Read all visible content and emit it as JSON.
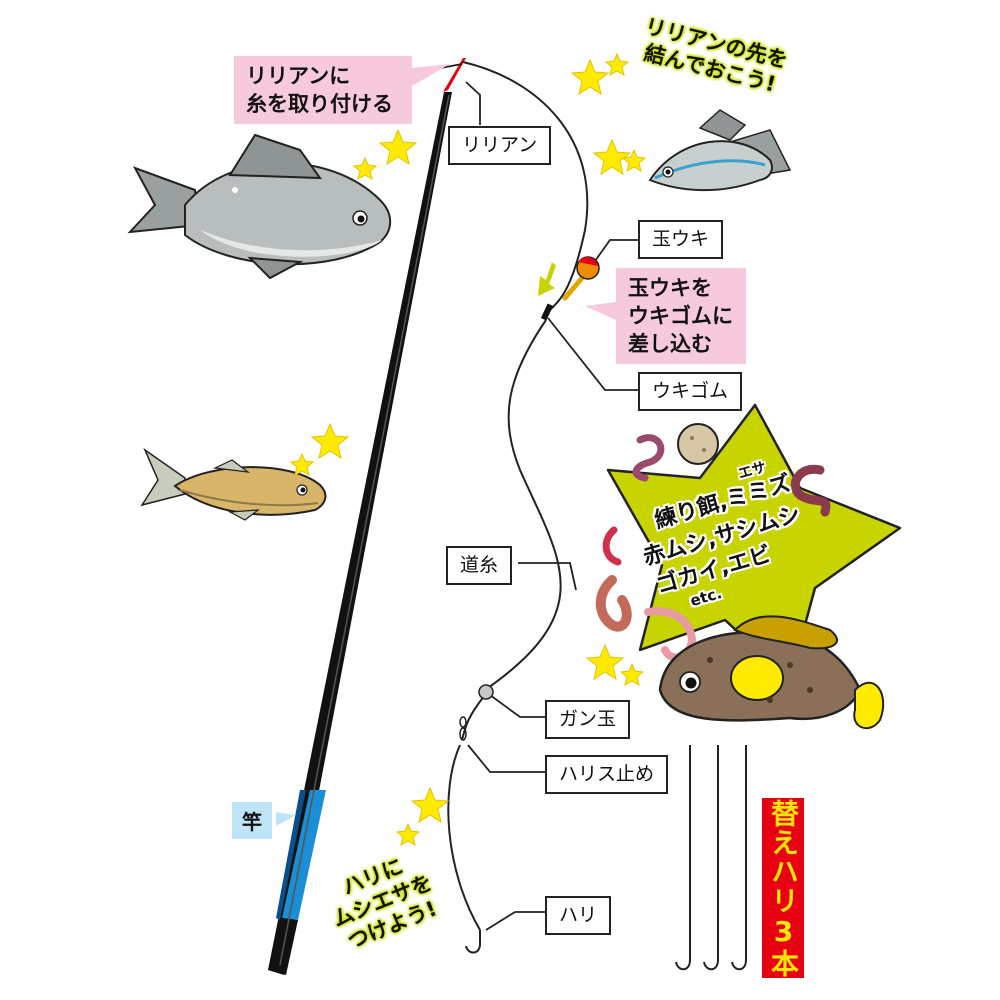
{
  "parts": {
    "lilian": "リリアン",
    "tama_uki": "玉ウキ",
    "uki_gomu": "ウキゴム",
    "michi_ito": "道糸",
    "gan_dama": "ガン玉",
    "harisu_dome": "ハリス止め",
    "hari": "ハリ",
    "sao": "竿"
  },
  "notes": {
    "attach_line": [
      "リリアンに",
      "糸を取り付ける"
    ],
    "insert_float": [
      "玉ウキを",
      "ウキゴムに",
      "差し込む"
    ],
    "tie_lilian": [
      "リリアンの先を",
      "結んでおこう!"
    ],
    "bait_on_hook": [
      "ハリに",
      "ムシエサを",
      "つけよう!"
    ]
  },
  "bait": {
    "header": "エサ",
    "lines": [
      "練り餌,ミミズ",
      "赤ムシ,サシムシ",
      "ゴカイ,エビ",
      "etc."
    ]
  },
  "spare_hooks": "替えハリ3本",
  "colors": {
    "note_pink": "#f6c9dc",
    "note_blue": "#bfe3f7",
    "note_green": "#c8e000",
    "star_yellow": "#ffea00",
    "spare_red": "#e60012",
    "spare_text": "#ffe600"
  }
}
